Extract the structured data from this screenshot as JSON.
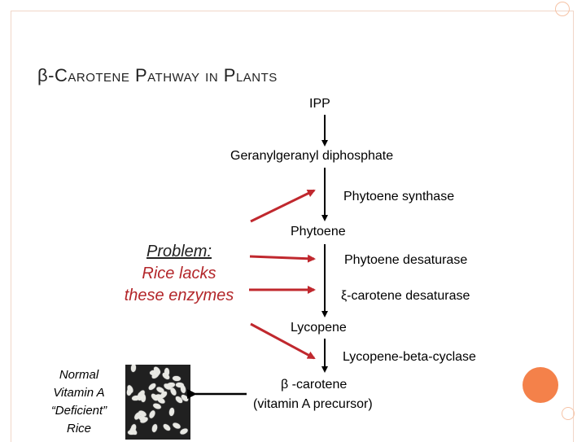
{
  "slide": {
    "title_greek": "β",
    "title_text": "-Carotene Pathway in Plants"
  },
  "pathway": {
    "ipp": "IPP",
    "ggpp": "Geranylgeranyl diphosphate",
    "enzyme1": "Phytoene synthase",
    "phytoene": "Phytoene",
    "enzyme2": "Phytoene desaturase",
    "enzyme3": "ξ-carotene desaturase",
    "lycopene": "Lycopene",
    "enzyme4": "Lycopene-beta-cyclase",
    "product_line1": "β -carotene",
    "product_line2": "(vitamin A precursor)"
  },
  "problem": {
    "heading": "Problem:",
    "line1": "Rice lacks",
    "line2": "these enzymes"
  },
  "rice": {
    "line1": "Normal",
    "line2": "Vitamin A",
    "line3": "“Deficient”",
    "line4": "Rice"
  },
  "colors": {
    "accent_red": "#c0282e",
    "circle_orange": "#f4814a",
    "circle_light": "#f6c3a6",
    "frame": "#f1d6c8"
  }
}
